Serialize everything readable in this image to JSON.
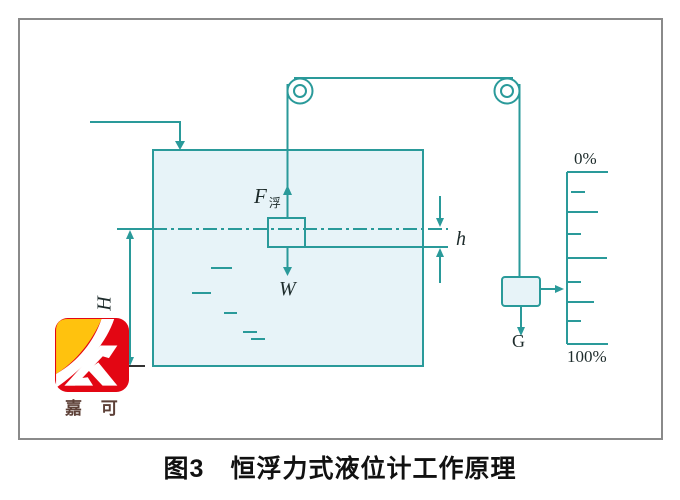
{
  "figure": {
    "caption": "图3　恒浮力式液位计工作原理"
  },
  "diagram": {
    "buoyancy_symbol": "F",
    "buoyancy_subscript": "浮",
    "weight_symbol": "W",
    "level_offset_symbol": "h",
    "liquid_height_symbol": "H",
    "counterweight_symbol": "G",
    "scale_top_label": "0%",
    "scale_bottom_label": "100%"
  },
  "logo": {
    "text": "嘉 可"
  },
  "colors": {
    "line_teal": "#2a9a9a",
    "tank_fill": "#e7f3f8",
    "frame_border": "#8a8a8a",
    "logo_red": "#e30613",
    "logo_yellow": "#ffc20e",
    "logo_text": "#5d4037",
    "caption_text": "#111111"
  }
}
